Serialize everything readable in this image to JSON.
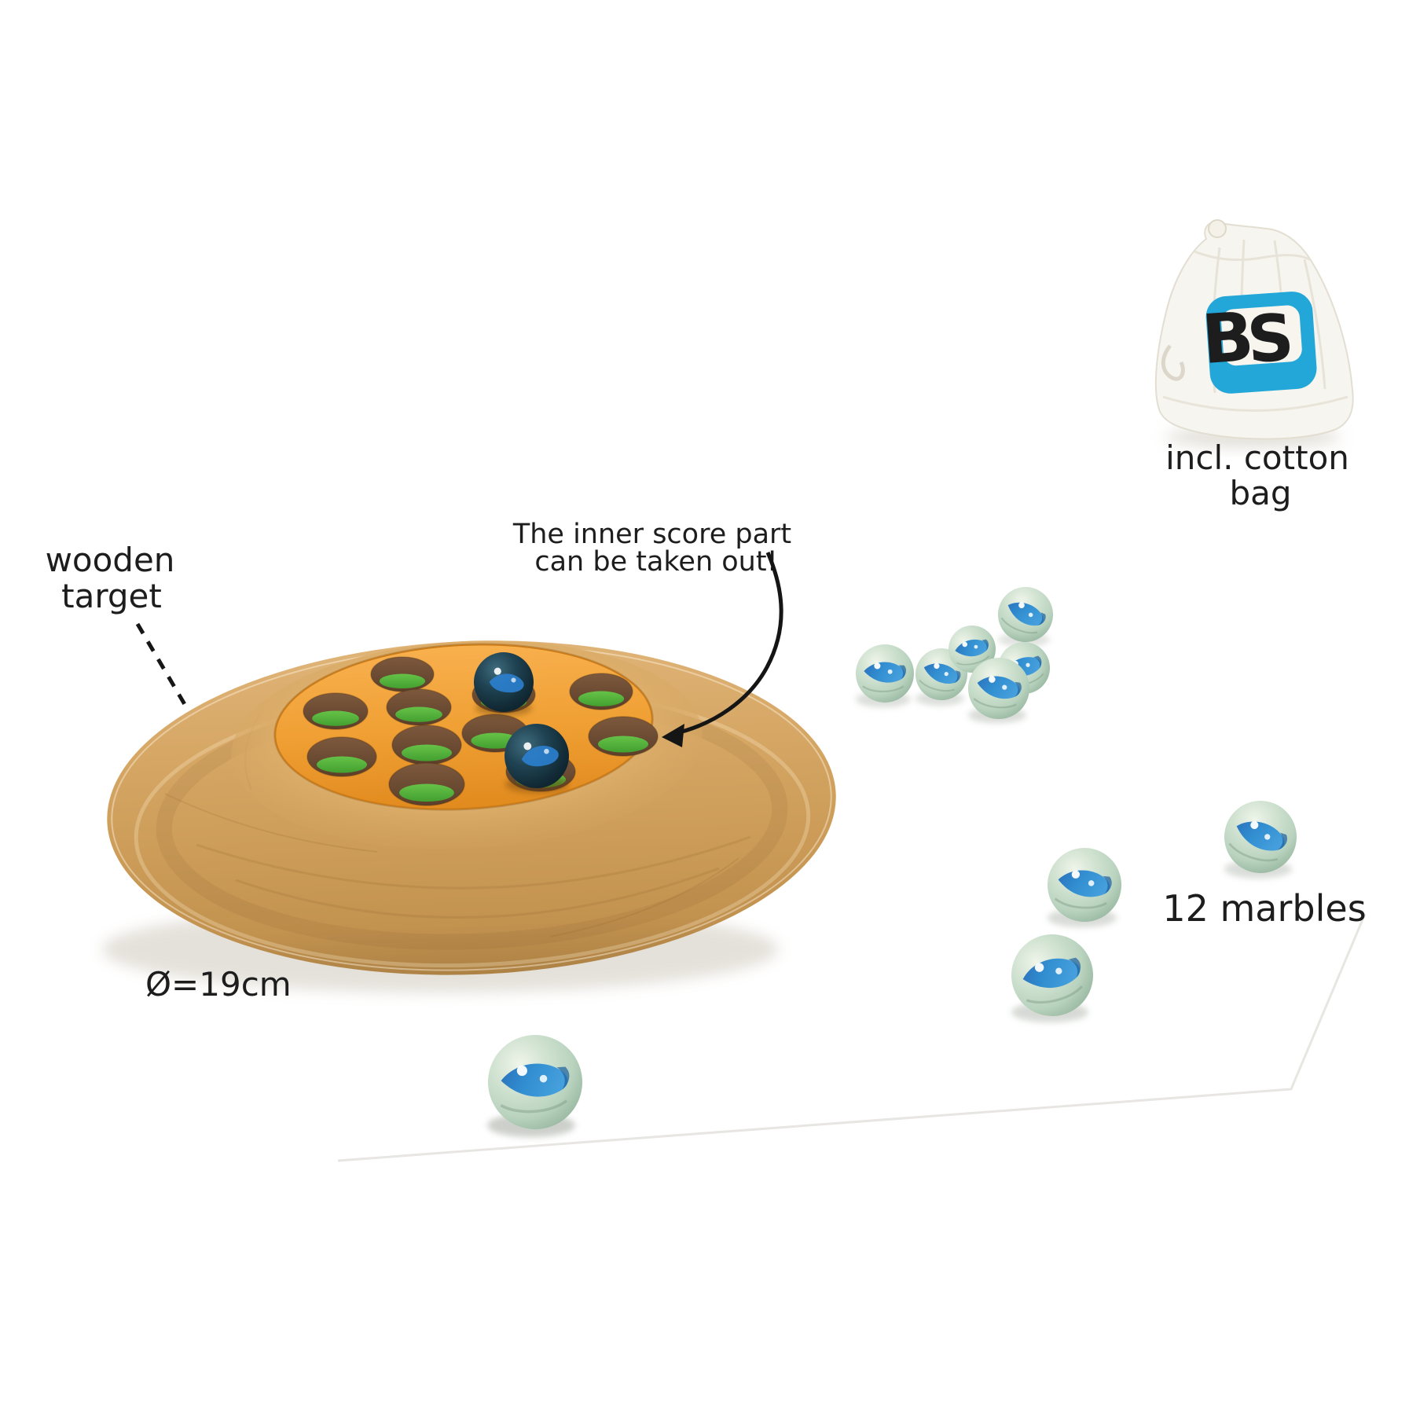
{
  "annotations": {
    "wooden_target": [
      "wooden",
      "target"
    ],
    "inner_score": [
      "The inner score part",
      "can be taken out!"
    ],
    "cotton_bag": [
      "incl. cotton",
      "bag"
    ],
    "marble_count": "12 marbles",
    "diameter": "Ø=19cm"
  },
  "bag_logo": {
    "b": "B",
    "s": "S"
  },
  "marbles": {
    "on_board": 2,
    "loose": 10
  },
  "colors": {
    "background": "#ffffff",
    "text": "#1d1d1d",
    "wood": "#d5a661",
    "wood_dark": "#ad8245",
    "score_disc_orange": "#ee9a2d",
    "hole_brown": "#6b4a33",
    "hole_green": "#55b23a",
    "marble_glass_green": "#c9dfcd",
    "marble_swirl_blue": "#2387d0",
    "dark_marble_teal": "#1d3a46",
    "logo_blue": "#23a7d9",
    "logo_green": "#a2c43c",
    "bag_fabric": "#f7f5ef"
  }
}
